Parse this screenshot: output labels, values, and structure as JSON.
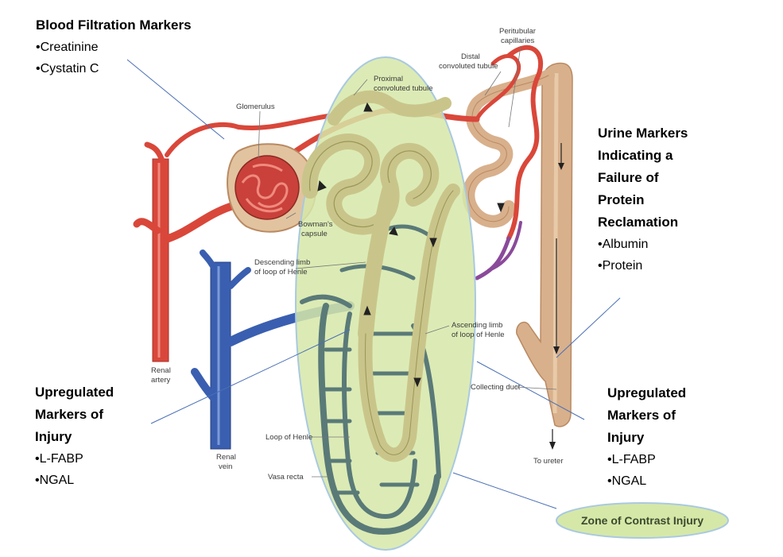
{
  "blood_filtration": {
    "title": "Blood Filtration Markers",
    "items": [
      "•Creatinine",
      "•Cystatin C"
    ]
  },
  "urine_markers": {
    "title_lines": [
      "Urine Markers",
      "Indicating a",
      "Failure of",
      "Protein",
      "Reclamation"
    ],
    "items": [
      "•Albumin",
      "•Protein"
    ]
  },
  "injury_left": {
    "title_lines": [
      "Upregulated",
      "Markers of",
      "Injury"
    ],
    "items": [
      "•L-FABP",
      "•NGAL"
    ]
  },
  "injury_right": {
    "title_lines": [
      "Upregulated",
      "Markers of",
      "Injury"
    ],
    "items": [
      "•L-FABP",
      "•NGAL"
    ]
  },
  "zone_label": "Zone of Contrast Injury",
  "anatomy_labels": {
    "peritubular_1": "Peritubular",
    "peritubular_2": "capillaries",
    "distal_1": "Distal",
    "distal_2": "convoluted tubule",
    "proximal_1": "Proximal",
    "proximal_2": "convoluted tubule",
    "glomerulus": "Glomerulus",
    "bowmans_1": "Bowman's",
    "bowmans_2": "capsule",
    "descending_1": "Descending limb",
    "descending_2": "of loop of Henle",
    "ascending_1": "Ascending limb",
    "ascending_2": "of loop of Henle",
    "renal_artery_1": "Renal",
    "renal_artery_2": "artery",
    "renal_vein_1": "Renal",
    "renal_vein_2": "vein",
    "collecting_duct": "Collecting duct",
    "loop_of_henle": "Loop of Henle",
    "vasa_recta": "Vasa recta",
    "to_ureter": "To ureter"
  },
  "colors": {
    "artery": "#d9473a",
    "vein": "#3a5fb0",
    "tubule": "#d8b08c",
    "tubule_in_zone": "#c9c58a",
    "zone_fill": "#d6e8a8",
    "zone_stroke": "#a9c9e0",
    "vasa_recta": "#5a7a78",
    "leader_line": "#4a6fb5"
  }
}
